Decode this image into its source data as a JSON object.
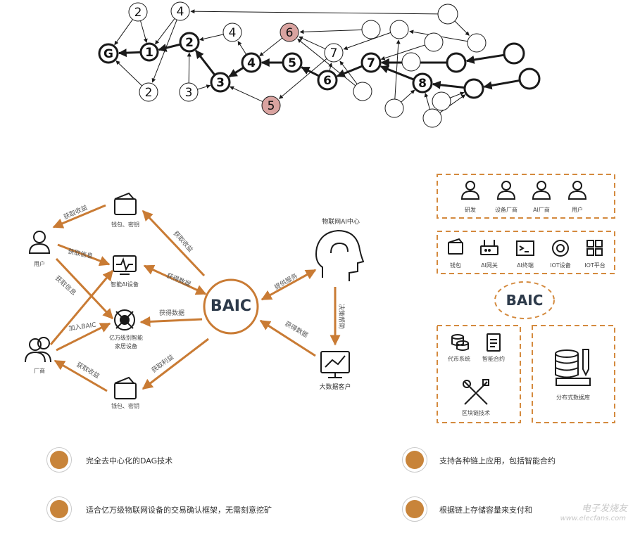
{
  "dag": {
    "node_labels": {
      "g": "G",
      "n1": "1",
      "n2a": "2",
      "n2b": "2",
      "n2c": "2",
      "n3a": "3",
      "n3b": "3",
      "n4a": "4",
      "n4b": "4",
      "n4c": "4",
      "n5a": "5",
      "n5b": "5",
      "n6a": "6",
      "n6b": "6",
      "n7a": "7",
      "n7b": "7",
      "n8": "8"
    },
    "highlight_color": "#d9a3a0"
  },
  "arch": {
    "center_logo": "BAIC",
    "ai_center": "物联网AI中心",
    "big_data_client": "大数据客户",
    "user": "用户",
    "vendor": "厂商",
    "wallet_top": "钱包、密钥",
    "wallet_bottom": "钱包、密钥",
    "smart_device": "智能AI设备",
    "home_device_line1": "亿万级别智能",
    "home_device_line2": "家居设备",
    "edges": {
      "get_revenue_1": "获取收益",
      "get_revenue_2": "获取收益",
      "get_info_1": "获取信息",
      "get_info_2": "获取信息",
      "join_baic": "加入BAIC",
      "get_revenue_3": "获取收益",
      "get_data_1": "获得数据",
      "get_data_2": "获得数据",
      "get_profit": "获取利益",
      "provide_service": "提供服务",
      "get_data_3": "获得数据",
      "decision_help": "决策帮助"
    }
  },
  "panel": {
    "roles": [
      "研发",
      "设备厂商",
      "AI厂商",
      "用户"
    ],
    "products": [
      "钱包",
      "AI网关",
      "AI终端",
      "IOT设备",
      "IOT平台"
    ],
    "logo": "BAIC",
    "tech": [
      "代币系统",
      "智能合约",
      "区块链技术"
    ],
    "db": "分布式数据库"
  },
  "features": [
    "完全去中心化的DAG技术",
    "支持各种链上应用，包括智能合约",
    "适合亿万级物联网设备的交易确认框架，无需刻意挖矿",
    "根据链上存储容量来支付和"
  ],
  "watermark": {
    "line1": "电子发烧友",
    "line2": "www.elecfans.com"
  },
  "colors": {
    "accent": "#c97b34",
    "dark": "#1a1a1a",
    "dashed": "#d48a3e"
  }
}
